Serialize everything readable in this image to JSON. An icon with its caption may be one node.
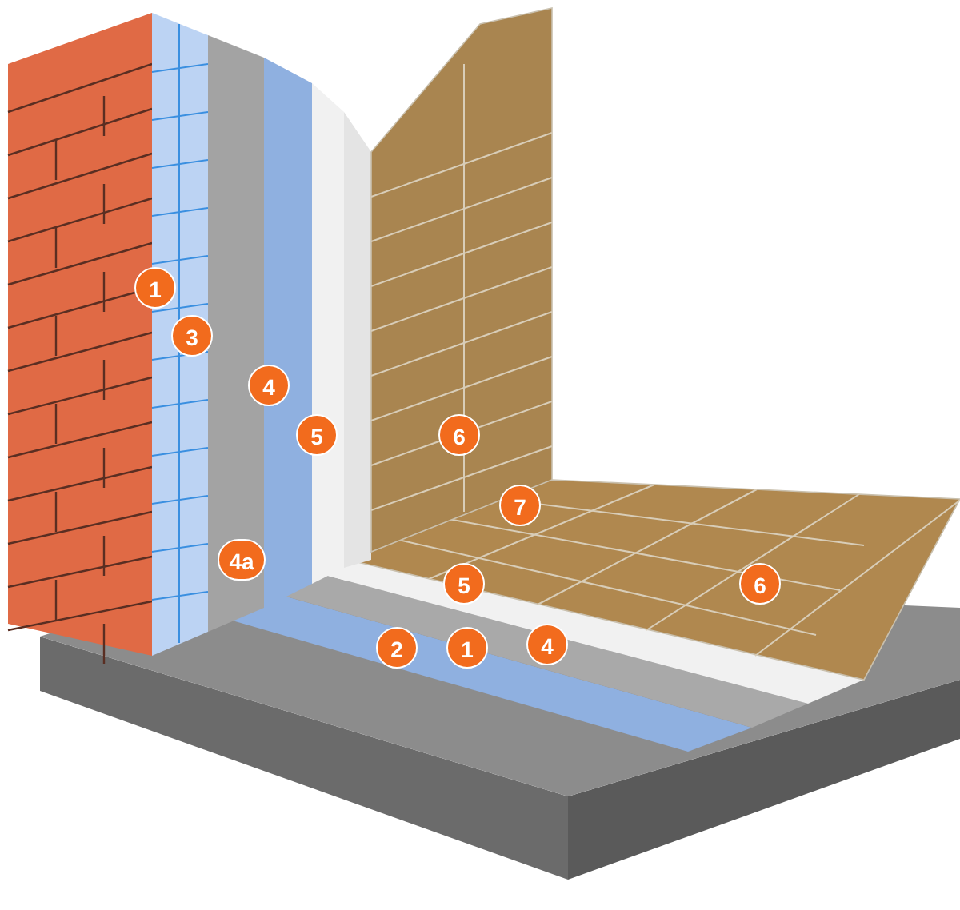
{
  "diagram": {
    "labels": [
      "1",
      "3",
      "4",
      "5",
      "6",
      "7",
      "4a",
      "5",
      "6",
      "2",
      "1",
      "4"
    ]
  }
}
